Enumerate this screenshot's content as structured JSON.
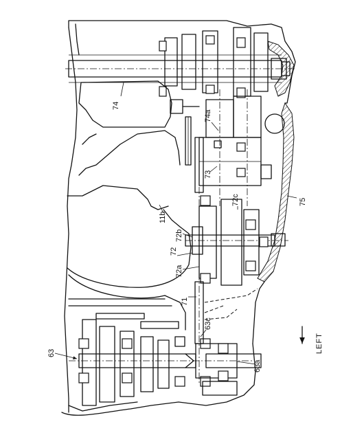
{
  "labels": {
    "l63": "63",
    "l63a": "63a",
    "l63c": "63c",
    "l71": "71",
    "l72": "72",
    "l72a": "72a",
    "l72b": "72b",
    "l72c": "72c",
    "l73": "73",
    "l74": "74",
    "l74a": "74a",
    "l75": "75",
    "l11b": "11b"
  },
  "direction": {
    "text": "LEFT"
  }
}
